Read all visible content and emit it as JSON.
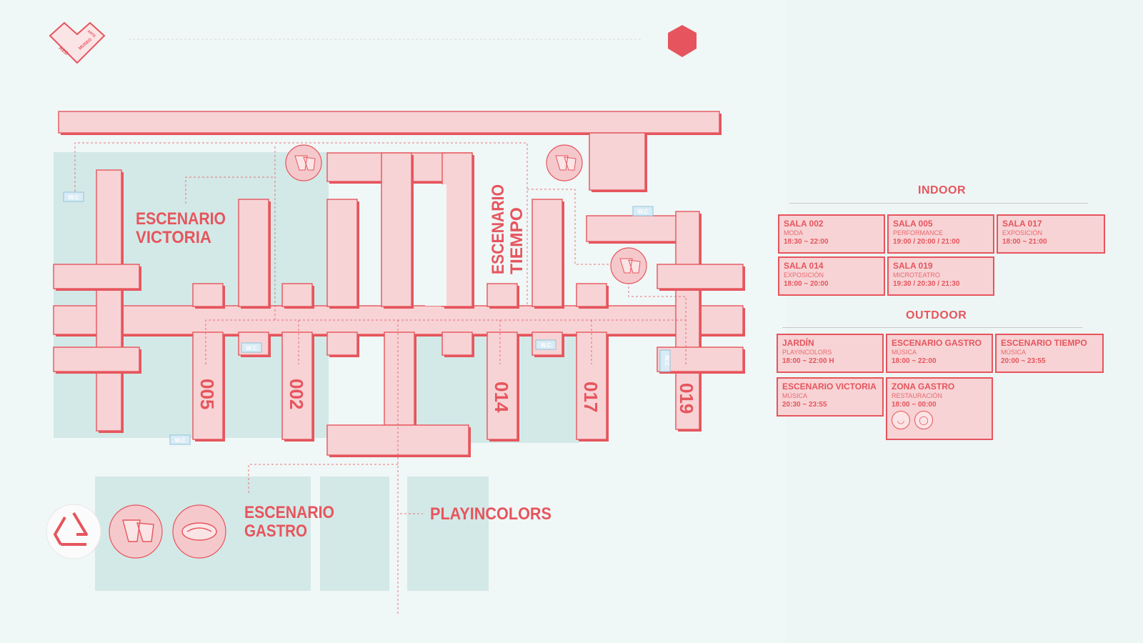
{
  "header": {
    "logo_label": "RED",
    "logo_label2": "MUSEO",
    "logo_label3": "ARTE"
  },
  "map": {
    "rooms": [
      "005",
      "002",
      "014",
      "017",
      "019"
    ],
    "stages": {
      "victoria_line1": "ESCENARIO",
      "victoria_line2": "VICTORIA",
      "tiempo_line1": "ESCENARIO",
      "tiempo_line2": "TIEMPO",
      "gastro_line1": "ESCENARIO",
      "gastro_line2": "GASTRO",
      "playincolors": "PLAYINCOLORS"
    },
    "wc_label": "W.C",
    "colors": {
      "accent": "#e6555d",
      "block": "#f7d3d5",
      "zone": "#d3e9e7",
      "wc": "#8fc3dc"
    }
  },
  "legend": {
    "indoor_title": "INDOOR",
    "outdoor_title": "OUTDOOR",
    "indoor": [
      {
        "name": "SALA 002",
        "cat": "MODA",
        "time": "18:30 ~ 22:00"
      },
      {
        "name": "SALA 005",
        "cat": "PERFORMANCE",
        "time": "19:00 / 20:00 / 21:00"
      },
      {
        "name": "SALA 017",
        "cat": "EXPOSICIÓN",
        "time": "18:00 ~ 21:00"
      },
      {
        "name": "SALA 014",
        "cat": "EXPOSICIÓN",
        "time": "18:00 ~ 20:00"
      },
      {
        "name": "SALA 019",
        "cat": "MICROTEATRO",
        "time": "19:30 / 20:30 / 21:30"
      }
    ],
    "outdoor": [
      {
        "name": "JARDÍN",
        "cat": "PLAYINCOLORS",
        "time": "18:00 ~ 22:00 H"
      },
      {
        "name": "ESCENARIO GASTRO",
        "cat": "MÚSICA",
        "time": "18:00 ~ 22:00"
      },
      {
        "name": "ESCENARIO TIEMPO",
        "cat": "MÚSICA",
        "time": "20:00 ~ 23:55"
      },
      {
        "name": "ESCENARIO VICTORIA",
        "cat": "MÚSICA",
        "time": "20:30 ~ 23:55"
      },
      {
        "name": "ZONA GASTRO",
        "cat": "RESTAURACIÓN",
        "time": "18:00 ~ 00:00"
      }
    ],
    "icons": [
      "drinks-icon",
      "food-icon",
      "recycle-icon"
    ]
  }
}
